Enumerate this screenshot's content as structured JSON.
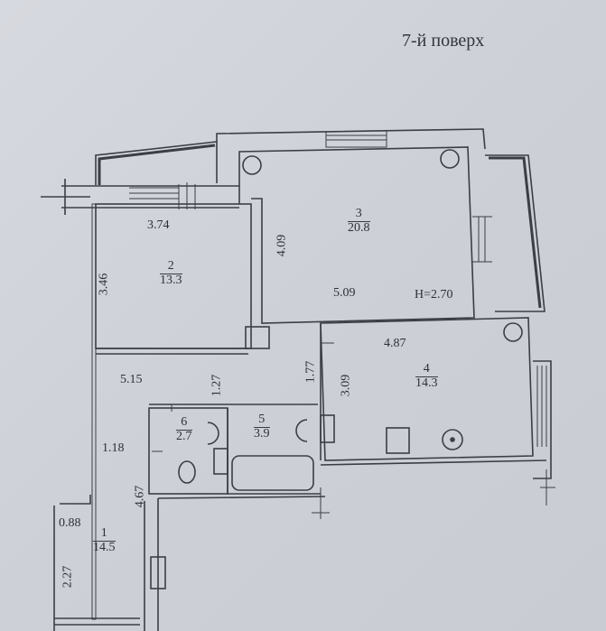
{
  "title": "7-й поверх",
  "ceiling_height": "H=2.70",
  "rooms": [
    {
      "number": "1",
      "area": "14.5"
    },
    {
      "number": "2",
      "area": "13.3"
    },
    {
      "number": "3",
      "area": "20.8"
    },
    {
      "number": "4",
      "area": "14.3"
    },
    {
      "number": "5",
      "area": "3.9"
    },
    {
      "number": "6",
      "area": "2.7"
    }
  ],
  "dimensions": {
    "room2_width": "3.74",
    "room2_depth": "3.46",
    "room3_depth": "4.09",
    "room3_width": "5.09",
    "room4_width": "4.87",
    "room4_depth": "3.09",
    "corridor_width": "5.15",
    "corridor_depth": "1.27",
    "corridor_side": "1.77",
    "hall_width": "1.18",
    "hall_length": "4.67",
    "hall_niche": "0.88",
    "hall_bottom": "2.27"
  },
  "colors": {
    "paper": "#cfd2d9",
    "wall_line": "#3c3e46"
  }
}
